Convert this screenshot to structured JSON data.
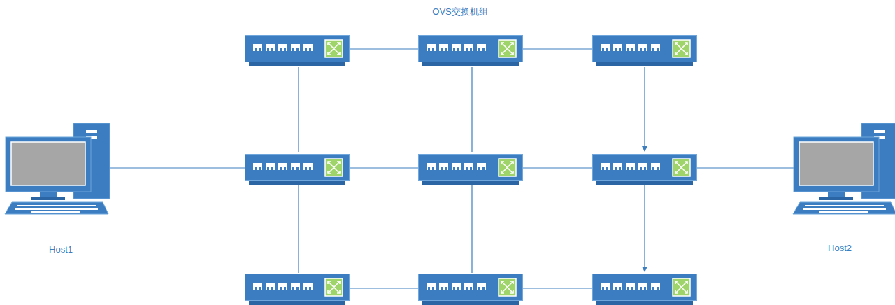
{
  "diagram": {
    "title": "OVS交换机组",
    "nodes": [
      {
        "text": [
          "Host1"
        ]
      },
      {
        "text": [
          "Host2"
        ]
      }
    ]
  }
}
